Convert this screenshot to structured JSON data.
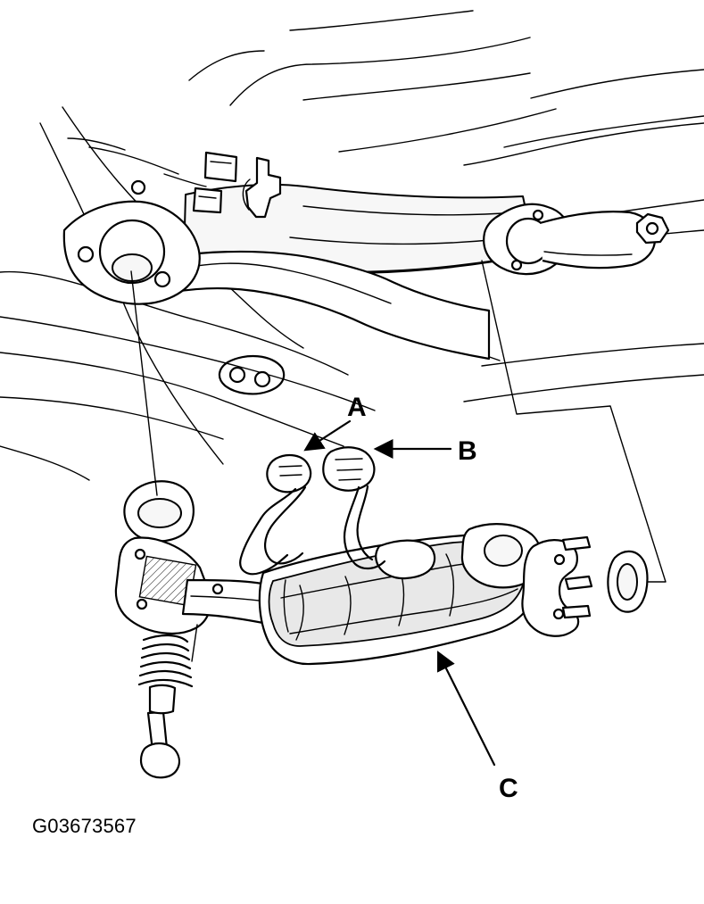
{
  "figure": {
    "code": "G03673567"
  },
  "callouts": [
    {
      "id": "A",
      "label": "A"
    },
    {
      "id": "B",
      "label": "B"
    },
    {
      "id": "C",
      "label": "C"
    }
  ]
}
